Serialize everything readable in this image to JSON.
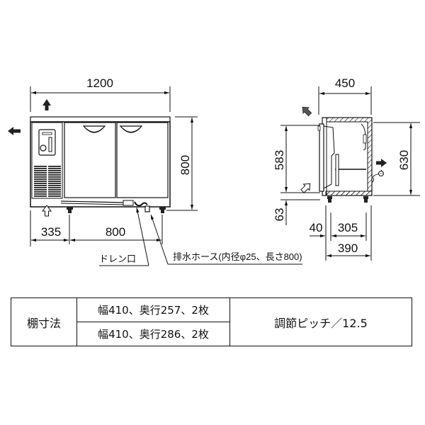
{
  "front_view": {
    "width_dim": "1200",
    "height_dim": "800",
    "left_offset_dim": "335",
    "leg_span_dim": "800",
    "drain_label": "ドレン口",
    "hose_label": "排水ホース(内径φ25、長さ800)",
    "arrows": [
      "up-arrow-filled",
      "left-arrow-filled",
      "up-arrow-outline"
    ]
  },
  "side_view": {
    "depth_dim": "450",
    "inner_height_dim": "583",
    "outer_height_dim": "630",
    "leg_height_dim": "63",
    "door_offset_dim": "40",
    "leg_span_dim": "305",
    "base_depth_dim": "390",
    "arrows": [
      "diag-arrow-filled",
      "diag-arrow-outline",
      "right-arrow-filled"
    ]
  },
  "shelf_table": {
    "header": "棚寸法",
    "rows": [
      "幅410、奥行257、2枚",
      "幅410、奥行286、2枚"
    ],
    "pitch": "調節ピッチ／12.5"
  }
}
